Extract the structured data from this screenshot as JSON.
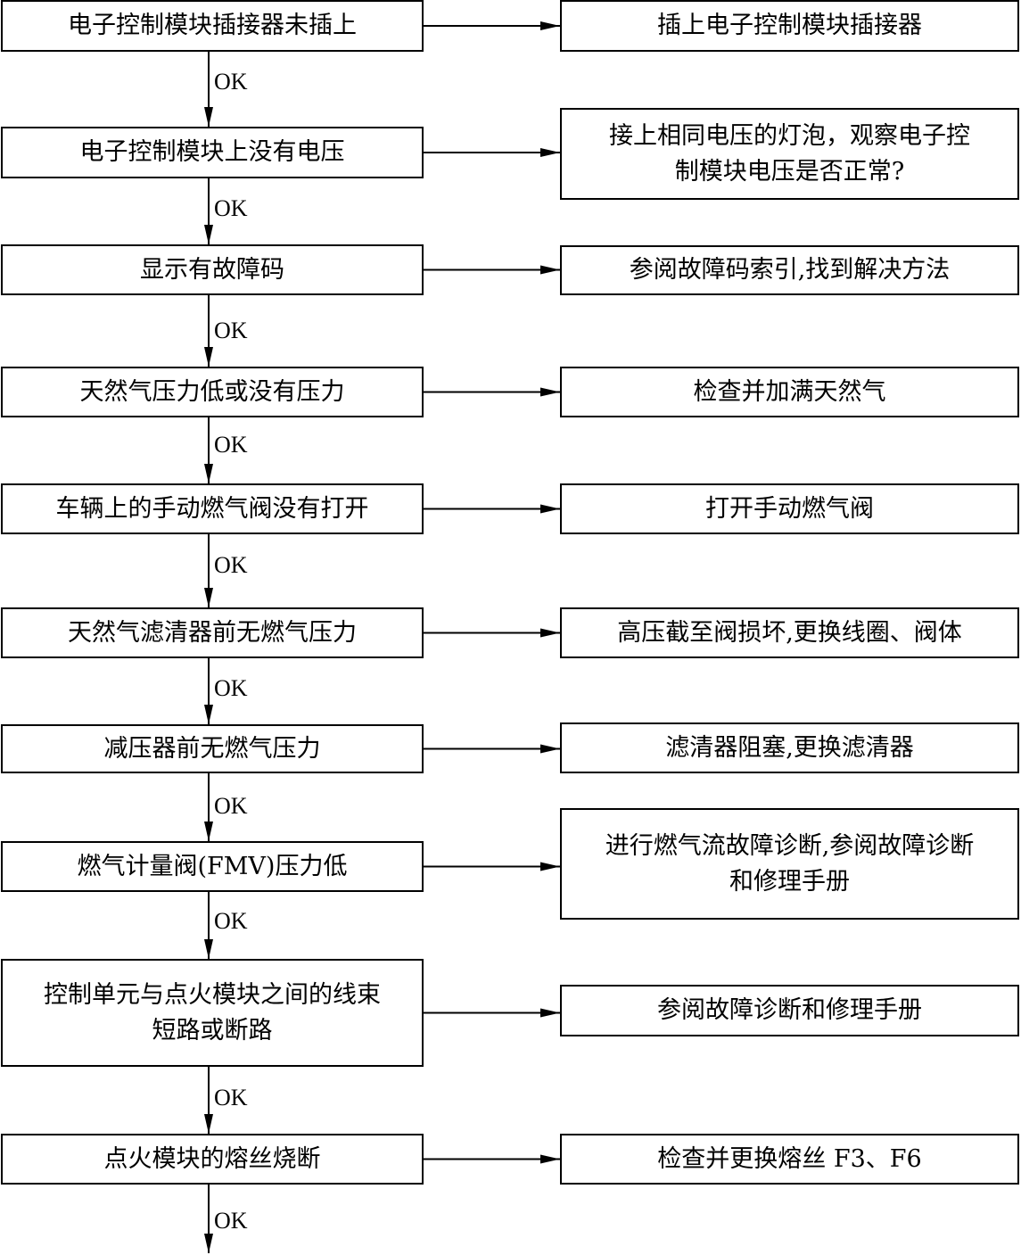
{
  "flowchart": {
    "steps": [
      {
        "condition": "电子控制模块插接器未插上",
        "action": "插上电子控制模块插接器",
        "link": "OK"
      },
      {
        "condition": "电子控制模块上没有电压",
        "action": "接上相同电压的灯泡，观察电子控制模块电压是否正常?",
        "link": "OK"
      },
      {
        "condition": "显示有故障码",
        "action": "参阅故障码索引,找到解决方法",
        "link": "OK"
      },
      {
        "condition": "天然气压力低或没有压力",
        "action": "检查并加满天然气",
        "link": "OK"
      },
      {
        "condition": "车辆上的手动燃气阀没有打开",
        "action": "打开手动燃气阀",
        "link": "OK"
      },
      {
        "condition": "天然气滤清器前无燃气压力",
        "action": "高压截至阀损坏,更换线圈、阀体",
        "link": "OK"
      },
      {
        "condition": "减压器前无燃气压力",
        "action": "滤清器阻塞,更换滤清器",
        "link": "OK"
      },
      {
        "condition": "燃气计量阀(FMV)压力低",
        "action": "进行燃气流故障诊断,参阅故障诊断和修理手册",
        "link": "OK"
      },
      {
        "condition": "控制单元与点火模块之间的线束短路或断路",
        "action": "参阅故障诊断和修理手册",
        "link": "OK"
      },
      {
        "condition": "点火模块的熔丝烧断",
        "action": "检查并更换熔丝 F3、F6",
        "link": "OK"
      }
    ]
  }
}
